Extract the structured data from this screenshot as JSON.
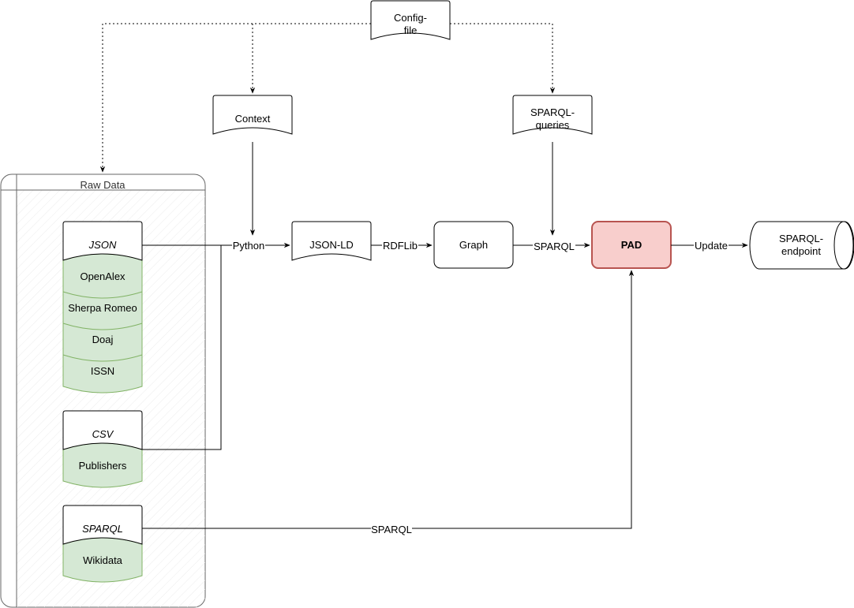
{
  "nodes": {
    "config_file": {
      "line1": "Config-",
      "line2": "file"
    },
    "context": {
      "label": "Context"
    },
    "sparql_queries": {
      "line1": "SPARQL-",
      "line2": "queries"
    },
    "raw_data": {
      "title": "Raw Data"
    },
    "json_doc": {
      "label": "JSON"
    },
    "openalex": {
      "label": "OpenAlex"
    },
    "sherpa_romeo": {
      "label": "Sherpa Romeo"
    },
    "doaj": {
      "label": "Doaj"
    },
    "issn": {
      "label": "ISSN"
    },
    "csv_doc": {
      "label": "CSV"
    },
    "publishers": {
      "label": "Publishers"
    },
    "sparql_doc": {
      "label": "SPARQL"
    },
    "wikidata": {
      "label": "Wikidata"
    },
    "json_ld": {
      "label": "JSON-LD"
    },
    "graph": {
      "label": "Graph"
    },
    "pad": {
      "label": "PAD"
    },
    "sparql_endpoint": {
      "line1": "SPARQL-",
      "line2": "endpoint"
    }
  },
  "edges": {
    "python": "Python",
    "rdflib": "RDFLib",
    "sparql_graph_pad": "SPARQL",
    "update": "Update",
    "sparql_wikidata_pad": "SPARQL"
  },
  "colors": {
    "green_fill": "#d5e8d4",
    "green_stroke": "#82b366",
    "pad_fill": "#f8cecc",
    "pad_stroke": "#b85450",
    "container_stroke": "#666666"
  }
}
